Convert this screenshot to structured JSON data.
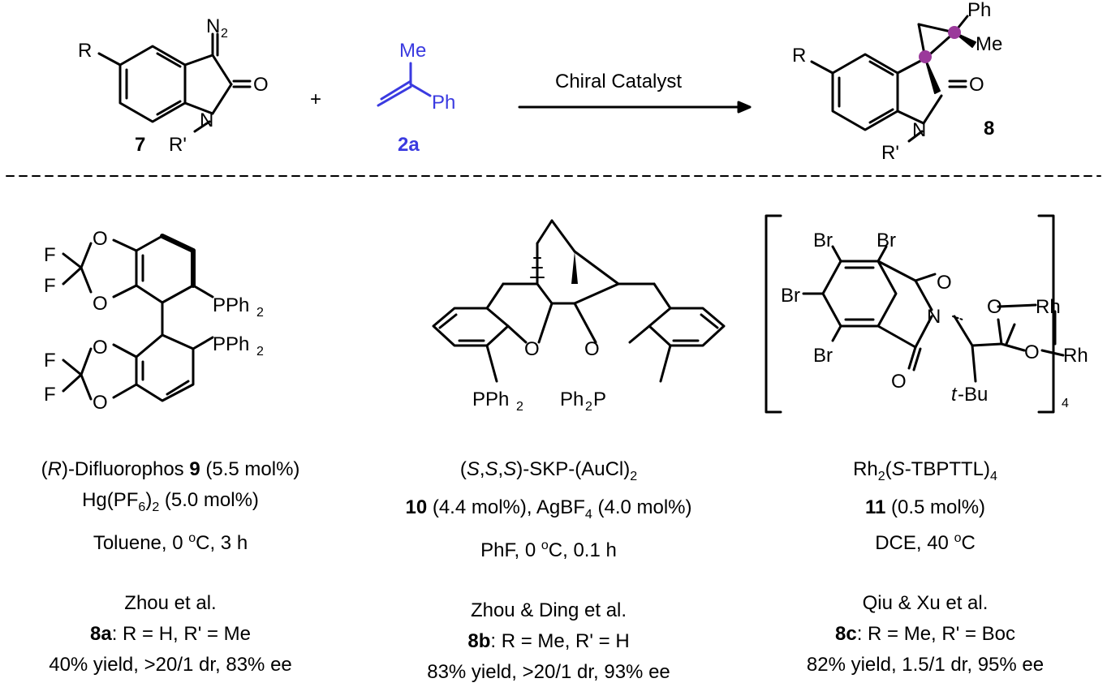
{
  "scheme": {
    "reactant_1": {
      "label_number": "7",
      "substituent_R": "R",
      "N2": "N",
      "N2_sub": "2",
      "O": "O",
      "N": "N",
      "R_prime": "R'"
    },
    "reactant_2": {
      "label_number": "2a",
      "Me": "Me",
      "Ph": "Ph",
      "color": "#3a3ae0"
    },
    "plus": "+",
    "arrow_label": "Chiral Catalyst",
    "product": {
      "label_number": "8",
      "substituent_R": "R",
      "O": "O",
      "N": "N",
      "R_prime": "R'",
      "Ph": "Ph",
      "Me": "Me",
      "stereocenter_color": "#9b3a9b"
    }
  },
  "catalysts": [
    {
      "structure": {
        "F1": "F",
        "F2": "F",
        "F3": "F",
        "F4": "F",
        "O": "O",
        "P1": "PPh",
        "P1_sub": "2",
        "P2": "PPh",
        "P2_sub": "2"
      },
      "name_italic": "R",
      "name_rest": "-Difluorophos ",
      "name_bold": "9",
      "name_load": " (5.5 mol%)",
      "line2_a": "Hg(PF",
      "line2_sub": "6",
      "line2_b": ")",
      "line2_sub2": "2",
      "line2_c": " (5.0 mol%)",
      "conditions_a": "Toluene,  0 ",
      "conditions_sup": "o",
      "conditions_b": "C, 3 h",
      "authors": "Zhou et al.",
      "product_bold": "8a",
      "product_rest": ": R = H, R' = Me",
      "result": "40% yield, >20/1 dr, 83% ee"
    },
    {
      "structure": {
        "O1": "O",
        "O2": "O",
        "P_left": "PPh",
        "P_left_sub": "2",
        "P_right_a": "Ph",
        "P_right_sub": "2",
        "P_right_b": "P"
      },
      "name_a": "(",
      "name_s1": "S",
      "name_b": ",",
      "name_s2": "S",
      "name_c": ",",
      "name_s3": "S",
      "name_d": ")-SKP-(AuCl)",
      "name_sub": "2",
      "line2_bold": "10",
      "line2_a": " (4.4 mol%), AgBF",
      "line2_sub": "4",
      "line2_b": " (4.0 mol%)",
      "conditions_a": "PhF,  0 ",
      "conditions_sup": "o",
      "conditions_b": "C, 0.1  h",
      "authors": "Zhou & Ding et al.",
      "product_bold": "8b",
      "product_rest": ": R = Me, R' = H",
      "result": "83% yield, >20/1 dr, 93% ee"
    },
    {
      "structure": {
        "Br1": "Br",
        "Br2": "Br",
        "Br3": "Br",
        "Br4": "Br",
        "O1": "O",
        "O2": "O",
        "N": "N",
        "O3": "O",
        "O4": "O",
        "Rh1": "Rh",
        "Rh2": "Rh",
        "tBu_i": "t",
        "tBu_rest": "-Bu",
        "bracket_sub": "4"
      },
      "name_a": "Rh",
      "name_sub": "2",
      "name_b": "(",
      "name_s": "S",
      "name_c": "-TBPTTL)",
      "name_sub2": "4",
      "line2_bold": "11",
      "line2_a": " (0.5 mol%)",
      "conditions_a": "DCE, 40 ",
      "conditions_sup": "o",
      "conditions_b": "C",
      "authors": "Qiu & Xu et al.",
      "product_bold": "8c",
      "product_rest": ": R = Me, R' = Boc",
      "result": "82% yield, 1.5/1 dr, 95% ee"
    }
  ]
}
